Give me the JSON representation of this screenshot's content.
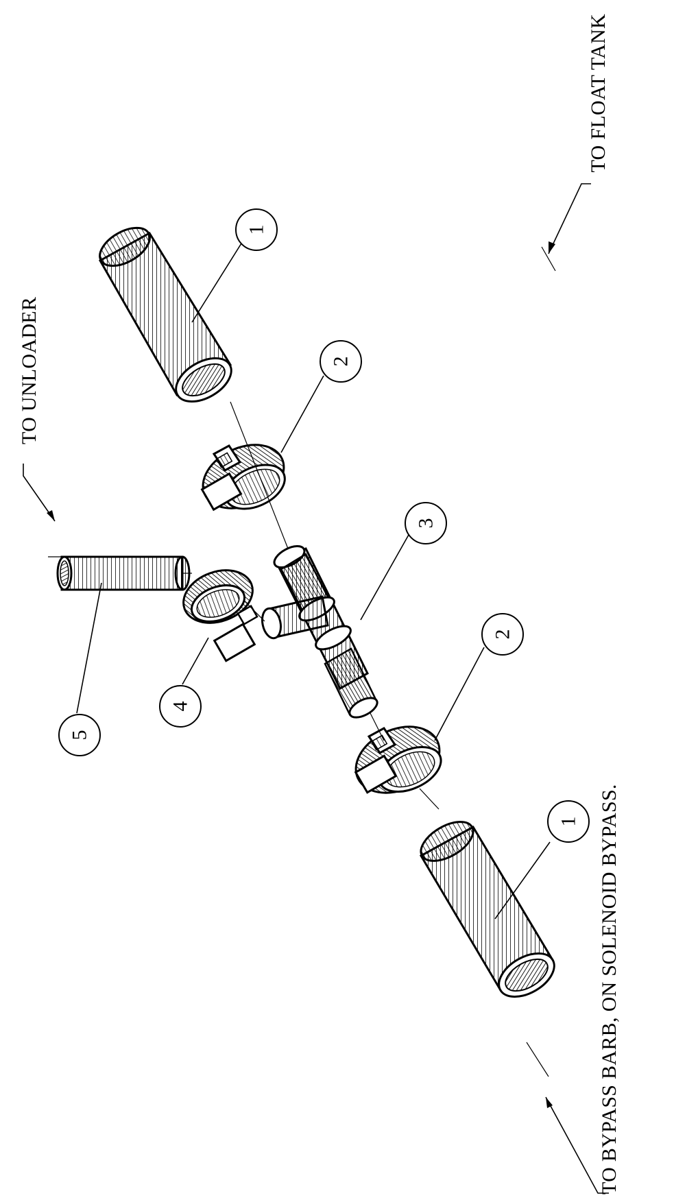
{
  "labels": {
    "float_tank": "TO FLOAT TANK",
    "unloader": "TO UNLOADER",
    "bypass": "TO BYPASS BARB, ON SOLENOID BYPASS."
  },
  "balloons": {
    "hose_top": "1",
    "clamp_top": "2",
    "tee": "3",
    "clamp_small": "4",
    "hose_small": "5",
    "clamp_bottom": "2",
    "hose_bottom": "1"
  }
}
